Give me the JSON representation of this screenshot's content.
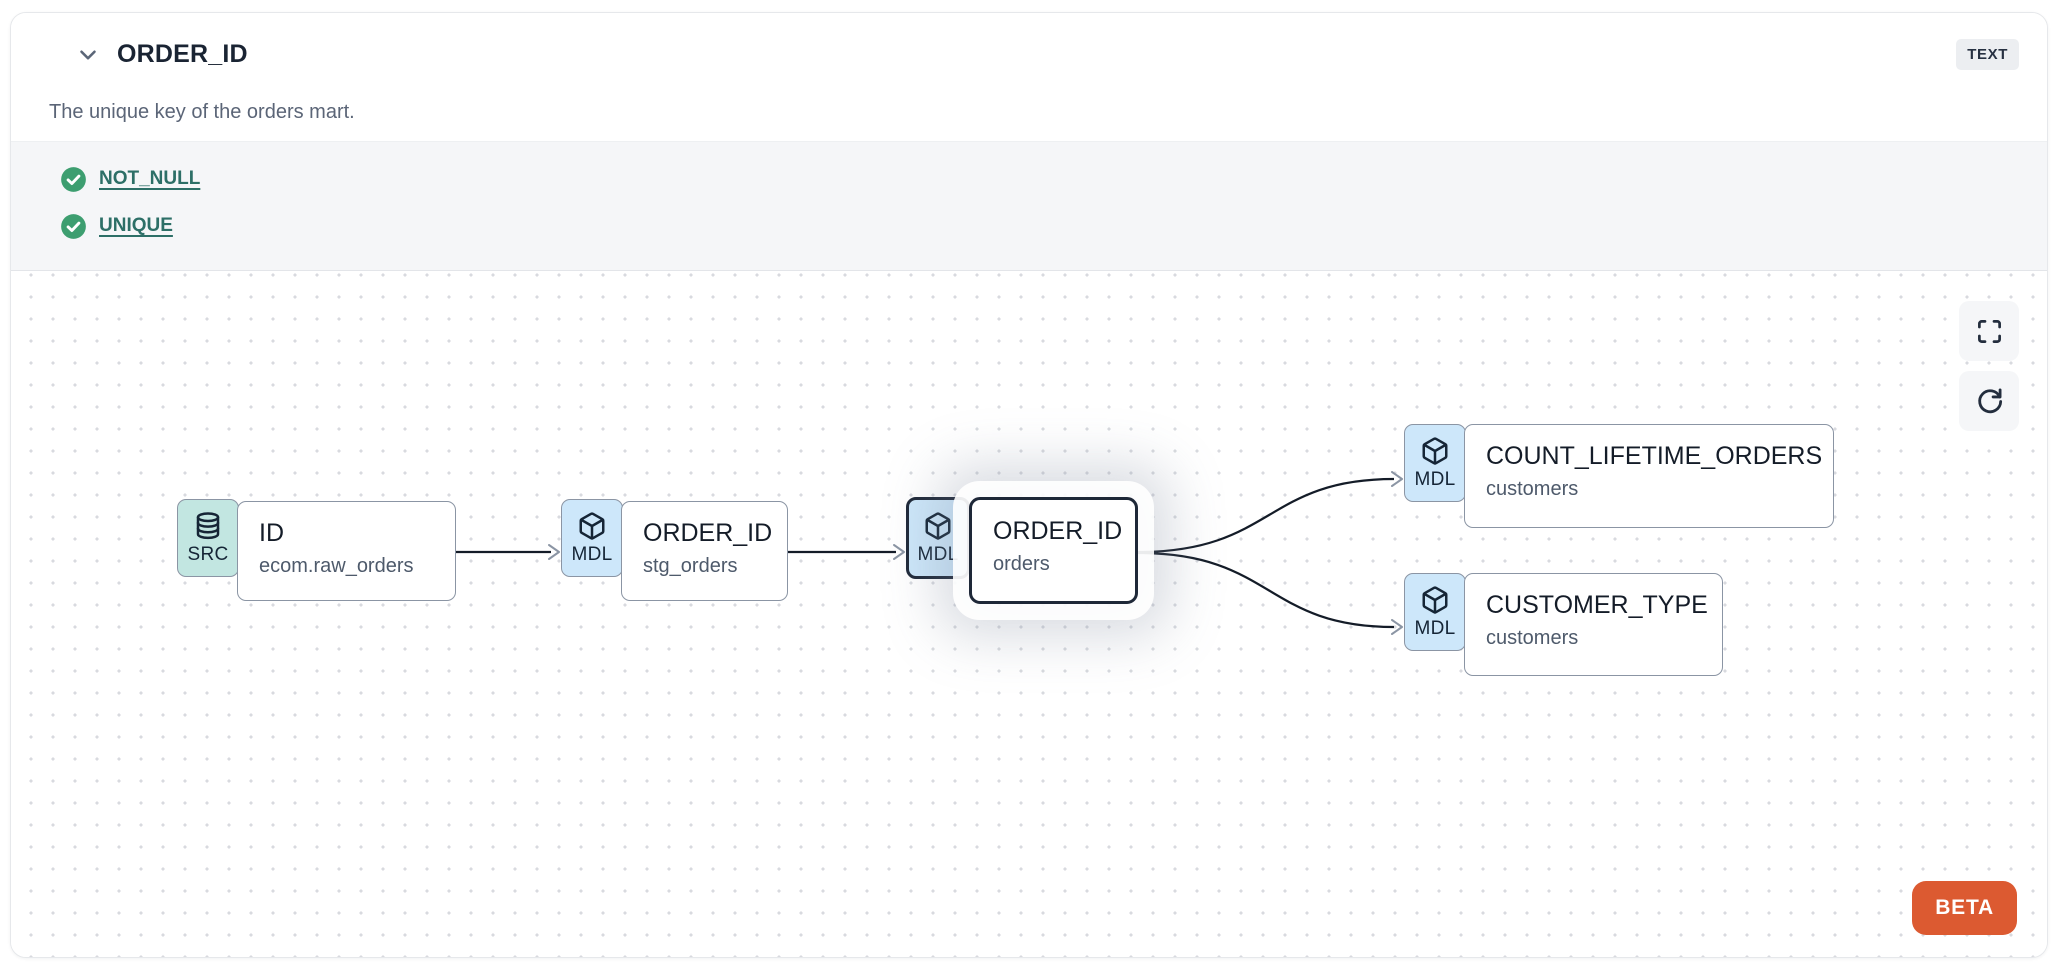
{
  "header": {
    "title": "ORDER_ID",
    "type_badge": "TEXT",
    "description": "The unique key of the orders mart."
  },
  "tests": {
    "items": [
      {
        "label": "NOT_NULL",
        "status": "passed"
      },
      {
        "label": "UNIQUE",
        "status": "passed"
      }
    ]
  },
  "lineage": {
    "nodes": [
      {
        "id": "src",
        "badge": "SRC",
        "icon": "database-icon",
        "title": "ID",
        "subtitle": "ecom.raw_orders",
        "selected": false
      },
      {
        "id": "stg",
        "badge": "MDL",
        "icon": "cube-icon",
        "title": "ORDER_ID",
        "subtitle": "stg_orders",
        "selected": false
      },
      {
        "id": "orders",
        "badge": "MDL",
        "icon": "cube-icon",
        "title": "ORDER_ID",
        "subtitle": "orders",
        "selected": true
      },
      {
        "id": "clo",
        "badge": "MDL",
        "icon": "cube-icon",
        "title": "COUNT_LIFETIME_ORDERS",
        "subtitle": "customers",
        "selected": false
      },
      {
        "id": "ct",
        "badge": "MDL",
        "icon": "cube-icon",
        "title": "CUSTOMER_TYPE",
        "subtitle": "customers",
        "selected": false
      }
    ],
    "edges": [
      {
        "from": "ID (ecom.raw_orders)",
        "to": "ORDER_ID (stg_orders)"
      },
      {
        "from": "ORDER_ID (stg_orders)",
        "to": "ORDER_ID (orders)"
      },
      {
        "from": "ORDER_ID (orders)",
        "to": "COUNT_LIFETIME_ORDERS (customers)"
      },
      {
        "from": "ORDER_ID (orders)",
        "to": "CUSTOMER_TYPE (customers)"
      }
    ],
    "beta_label": "BETA"
  },
  "colors": {
    "accent_orange": "#dc5a31",
    "check_green": "#3d9e70",
    "link_teal": "#2d6f67",
    "badge_teal": "#c2e6e1",
    "badge_blue": "#cde7fa",
    "edge_dark": "#141c28",
    "node_border": "#8b95a4",
    "selected_border": "#1e2838"
  }
}
